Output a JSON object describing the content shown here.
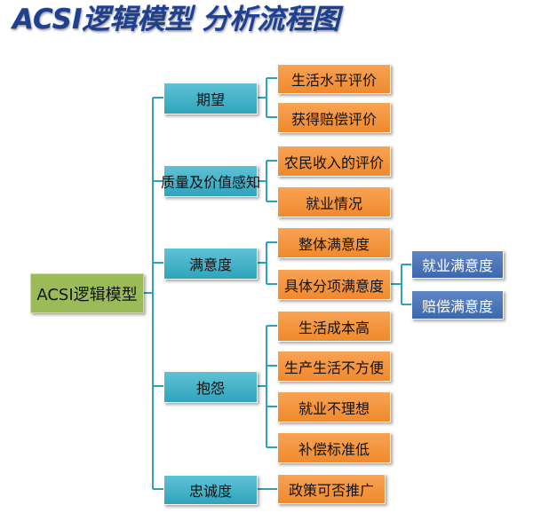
{
  "title": "ACSI逻辑模型 分析流程图",
  "root": "ACSI逻辑模型",
  "branches": [
    {
      "label": "期望",
      "children": [
        "生活水平评价",
        "获得赔偿评价"
      ]
    },
    {
      "label": "质量及价值感知",
      "children": [
        "农民收入的评价",
        "就业情况"
      ]
    },
    {
      "label": "满意度",
      "children": [
        "整体满意度",
        "具体分项满意度"
      ],
      "sub": [
        "就业满意度",
        "赔偿满意度"
      ]
    },
    {
      "label": "抱怨",
      "children": [
        "生活成本高",
        "生产生活不方便",
        "就业不理想",
        "补偿标准低"
      ]
    },
    {
      "label": "忠诚度",
      "children": [
        "政策可否推广"
      ]
    }
  ],
  "colors": {
    "root": "#9bbb59",
    "level1": "#3fb0c7",
    "leaf": "#f39439",
    "sub": "#4a74b8",
    "connector": "#2aa3bd"
  }
}
